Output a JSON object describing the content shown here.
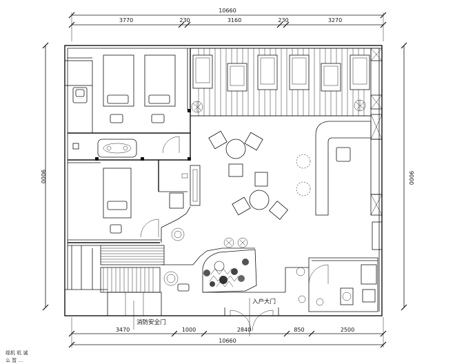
{
  "dimensions": {
    "top_total": "10660",
    "top_segments": [
      "3770",
      "230",
      "3160",
      "230",
      "3270"
    ],
    "bottom_total": "10660",
    "bottom_segments": [
      "3470",
      "1000",
      "2840",
      "850",
      "2500"
    ],
    "left_total": "9000",
    "right_total": "9000"
  },
  "labels": {
    "entrance": "入户大门",
    "fire_door": "消防安全门",
    "footnote_1": "缆机 机 诚",
    "footnote_2": "么 暂 …"
  },
  "colors": {
    "line": "#111111",
    "background": "#ffffff"
  }
}
